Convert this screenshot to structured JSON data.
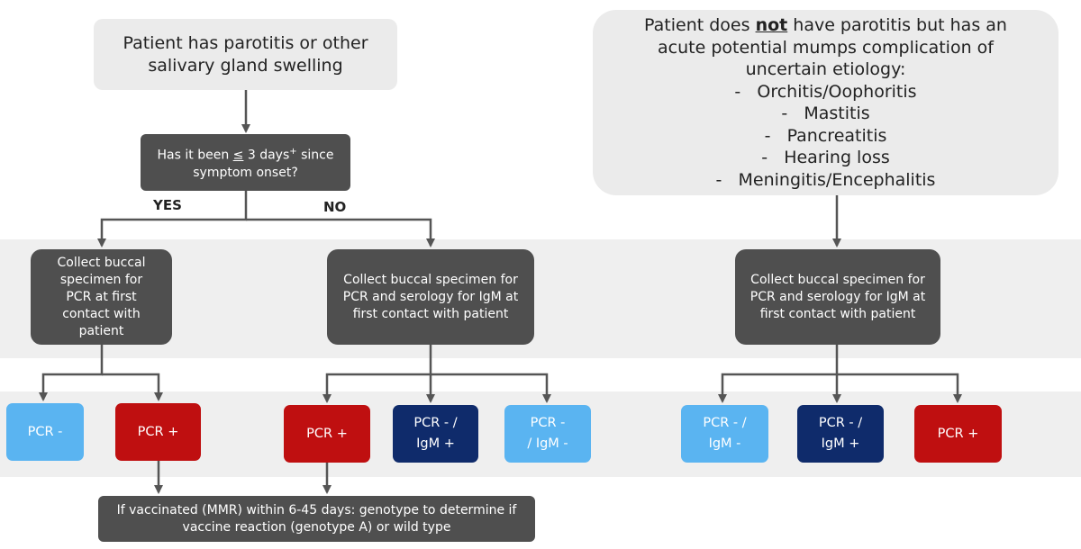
{
  "start_left": "Patient has parotitis or other salivary gland swelling",
  "start_right": {
    "text_before": "Patient does ",
    "text_emphasis": "not",
    "text_after": " have parotitis but has an acute potential mumps complication of uncertain etiology:",
    "complications": [
      "Orchitis/Oophoritis",
      "Mastitis",
      "Pancreatitis",
      "Hearing loss",
      "Meningitis/Encephalitis"
    ]
  },
  "decision": {
    "text_before": "Has it been ",
    "symbol": "≤",
    "text_mid": " 3 days",
    "superscript": "+",
    "text_after": " since symptom onset?"
  },
  "edge_labels": {
    "yes": "YES",
    "no": "NO"
  },
  "actions": {
    "buccal_pcr": "Collect buccal specimen for PCR at first contact with patient",
    "buccal_pcr_igm_no": "Collect buccal specimen for PCR and serology for IgM at first contact with patient",
    "buccal_pcr_igm_right": "Collect buccal specimen for PCR and serology for IgM at first contact with patient"
  },
  "results": {
    "yes_neg": {
      "line1": "PCR -",
      "line2": ""
    },
    "yes_pos": {
      "line1": "PCR +",
      "line2": ""
    },
    "no_pos": {
      "line1": "PCR +",
      "line2": ""
    },
    "no_neg_igmpos": {
      "line1": "PCR - /",
      "line2": "IgM +"
    },
    "no_neg_igmneg": {
      "line1": "PCR -",
      "line2": "/ IgM -"
    },
    "right_neg_igmneg": {
      "line1": "PCR - /",
      "line2": "IgM -"
    },
    "right_neg_igmpos": {
      "line1": "PCR - /",
      "line2": "IgM +"
    },
    "right_pos": {
      "line1": "PCR +",
      "line2": ""
    }
  },
  "genotype_note": "If vaccinated (MMR) within 6-45 days: genotype to determine if vaccine reaction (genotype A) or wild type",
  "colors": {
    "light_blue": "#5ab4f1",
    "red": "#bf0f10",
    "navy": "#0f2b6b",
    "dark_gray": "#4f4f4f",
    "light_gray": "#ebebeb"
  }
}
